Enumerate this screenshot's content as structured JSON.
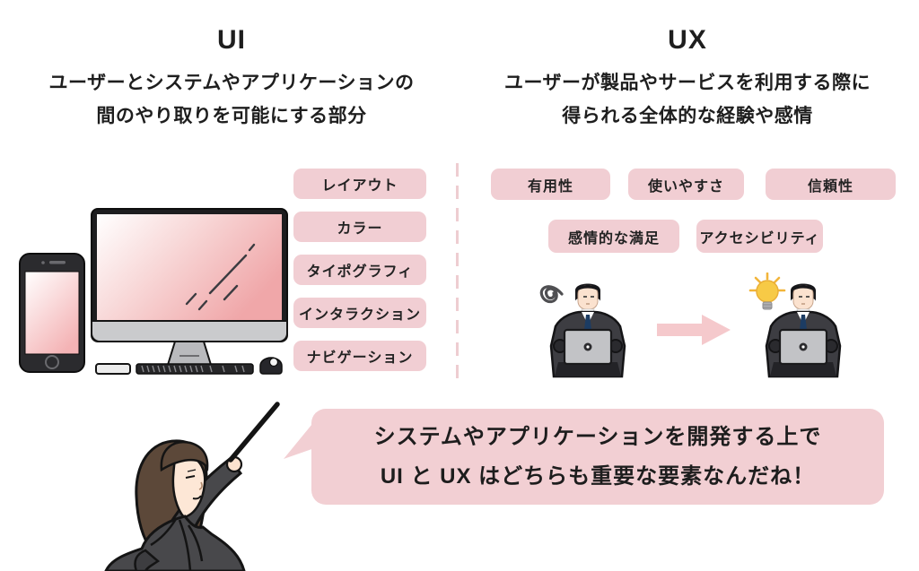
{
  "ui_section": {
    "title": "UI",
    "description_line1": "ユーザーとシステムやアプリケーションの",
    "description_line2": "間のやり取りを可能にする部分",
    "badges": [
      "レイアウト",
      "カラー",
      "タイポグラフィ",
      "インタラクション",
      "ナビゲーション"
    ]
  },
  "ux_section": {
    "title": "UX",
    "description_line1": "ユーザーが製品やサービスを利用する際に",
    "description_line2": "得られる全体的な経験や感情",
    "badges_row1": [
      "有用性",
      "使いやすさ",
      "信頼性"
    ],
    "badges_row2": [
      "感情的な満足",
      "アクセシビリティ"
    ]
  },
  "speech_bubble": {
    "line1": "システムやアプリケーションを開発する上で",
    "line2": "UI と UX はどちらも重要な要素なんだね！"
  },
  "icons": {
    "devices": "smartphone-and-desktop-illustration",
    "confused_person": "person-with-laptop-confused",
    "idea_person": "person-with-laptop-lightbulb",
    "arrow": "arrow-right",
    "presenter": "woman-with-pointer"
  },
  "colors": {
    "badge_pink": "#f1ced3",
    "bubble_pink": "#f2cfd3",
    "arrow_pink": "#f5c9cc",
    "screen_pink": "#f2abad",
    "dash_pink": "#eecdd1",
    "text": "#1e1e1e"
  }
}
